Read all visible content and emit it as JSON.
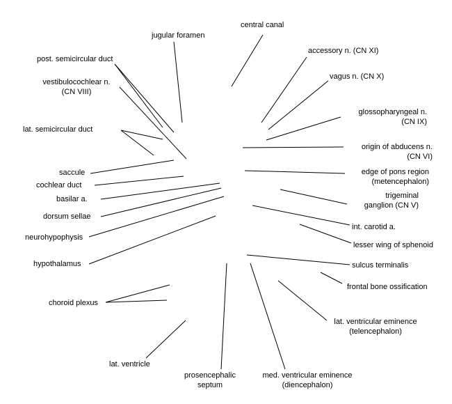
{
  "labels": {
    "central_canal": [
      "central canal"
    ],
    "jugular_foramen": [
      "jugular foramen"
    ],
    "accessory_n": [
      "accessory n. (CN XI)"
    ],
    "post_semicircular_duct": [
      "post. semicircular duct"
    ],
    "vagus_n": [
      "vagus n. (CN X)"
    ],
    "vestibulocochlear_n": [
      "vestibulocochlear n.",
      "(CN VIII)"
    ],
    "glossopharyngeal_n": [
      "glossopharyngeal n.",
      "(CN IX)"
    ],
    "lat_semicircular_duct": [
      "lat. semicircular duct"
    ],
    "origin_of_abducens_n": [
      "origin of abducens n.",
      "(CN VI)"
    ],
    "saccule": [
      "saccule"
    ],
    "edge_of_pons_region": [
      "edge of pons region",
      "(metencephalon)"
    ],
    "cochlear_duct": [
      "cochlear duct"
    ],
    "trigeminal_ganglion": [
      "trigeminal",
      "ganglion (CN V)"
    ],
    "basilar_a": [
      "basilar a."
    ],
    "dorsum_sellae": [
      "dorsum sellae"
    ],
    "int_carotid_a": [
      "int. carotid a."
    ],
    "neurohypophysis": [
      "neurohypophysis"
    ],
    "lesser_wing_of_sphenoid": [
      "lesser wing of sphenoid"
    ],
    "hypothalamus": [
      "hypothalamus"
    ],
    "sulcus_terminalis": [
      "sulcus terminalis"
    ],
    "frontal_bone_ossification": [
      "frontal bone ossification"
    ],
    "choroid_plexus": [
      "choroid plexus"
    ],
    "lat_ventricular_eminence": [
      "lat. ventricular eminence",
      "(telencephalon)"
    ],
    "lat_ventricle": [
      "lat. ventricle"
    ],
    "prosencephalic_septum": [
      "prosencephalic",
      "septum"
    ],
    "med_ventricular_eminence": [
      "med. ventricular eminence",
      "(diencephalon)"
    ]
  }
}
